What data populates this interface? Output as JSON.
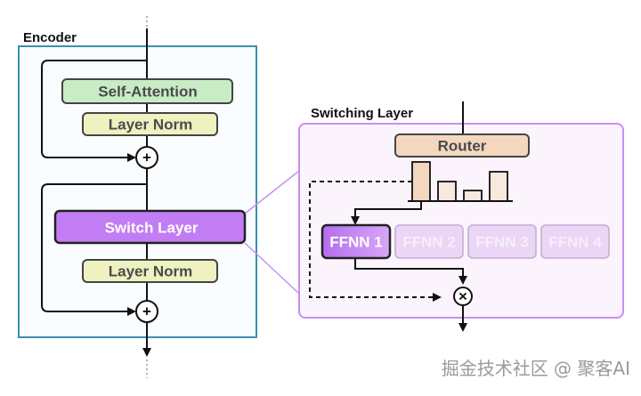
{
  "encoder": {
    "label": "Encoder",
    "self_attention": "Self-Attention",
    "layer_norm_1": "Layer Norm",
    "switch_layer": "Switch Layer",
    "layer_norm_2": "Layer Norm",
    "add_symbol": "+"
  },
  "switching_layer": {
    "label": "Switching Layer",
    "router": "Router",
    "router_probabilities": [
      1.0,
      0.5,
      0.27,
      0.75
    ],
    "experts": [
      "FFNN 1",
      "FFNN 2",
      "FFNN 3",
      "FFNN 4"
    ],
    "selected_expert": "FFNN 1",
    "multiply_symbol": "×"
  },
  "watermark": "掘金技术社区 @ 聚客AI",
  "colors": {
    "encoder_border": "#3b8fae",
    "self_attention": "#c8ecc4",
    "layer_norm": "#eef1c0",
    "switch_layer": "#c27df5",
    "router": "#f3d7bf",
    "switching_border": "#c98ef2",
    "switching_fill": "#fcf4fd",
    "expert_faded": "#ebd6f6"
  }
}
